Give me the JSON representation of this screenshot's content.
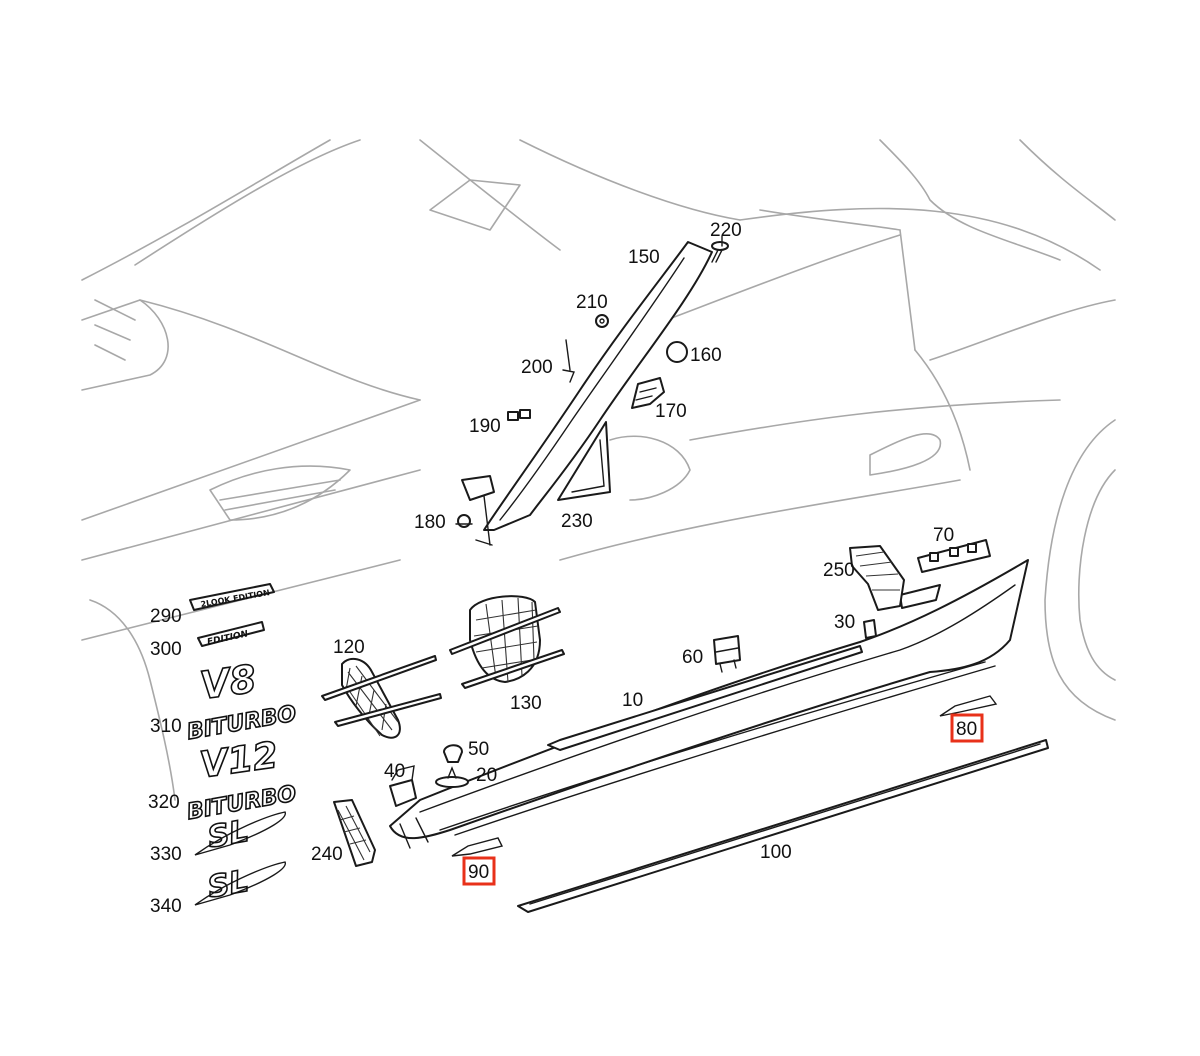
{
  "callouts": {
    "c10": "10",
    "c20": "20",
    "c30": "30",
    "c40": "40",
    "c50": "50",
    "c60": "60",
    "c70": "70",
    "c80": "80",
    "c90": "90",
    "c100": "100",
    "c120": "120",
    "c130": "130",
    "c150": "150",
    "c160": "160",
    "c170": "170",
    "c180": "180",
    "c190": "190",
    "c200": "200",
    "c210": "210",
    "c220": "220",
    "c230": "230",
    "c240": "240",
    "c250": "250",
    "c290": "290",
    "c300": "300",
    "c310": "310",
    "c320": "320",
    "c330": "330",
    "c340": "340"
  },
  "emblems": {
    "v8": "V8",
    "biturbo_a": "BITURBO",
    "v12": "V12",
    "biturbo_b": "BITURBO",
    "sl_a": "SL",
    "sl_b": "SL",
    "look_edition": "2LOOK EDITION",
    "edition": "EDITION"
  },
  "highlighted_callouts": [
    "80",
    "90"
  ],
  "colors": {
    "highlight": "#e8311a",
    "line_art": "#1a1a1a",
    "background_car": "#a8a8a8"
  }
}
